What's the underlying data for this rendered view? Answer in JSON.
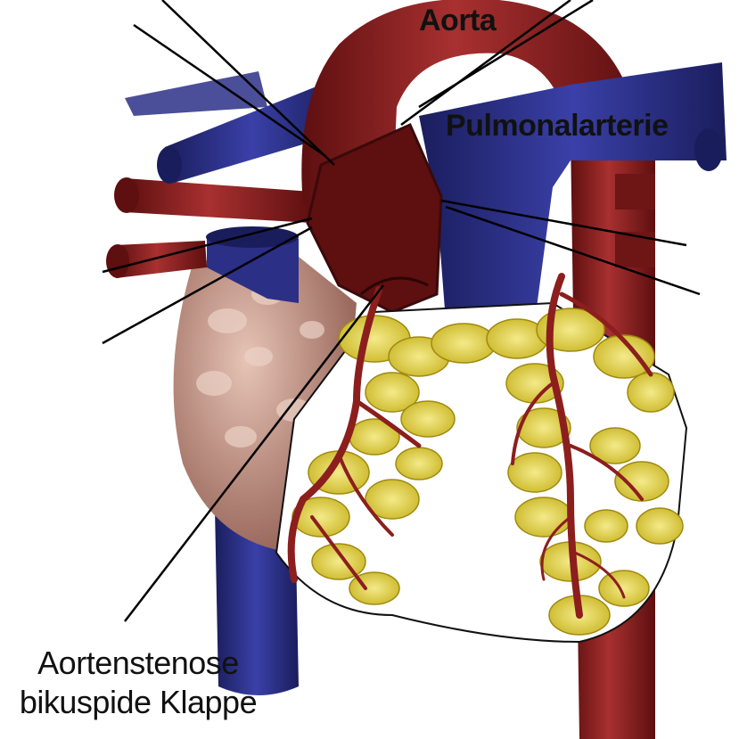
{
  "labels": {
    "aorta": "Aorta",
    "pulmonary_artery": "Pulmonalarterie",
    "stenosis_line1": "Aortenstenose",
    "stenosis_line2": "bikuspide Klappe"
  },
  "colors": {
    "artery": "#8c1e1e",
    "artery_dark": "#5e0f10",
    "vein": "#2b2f86",
    "vein_dark": "#1a1d5c",
    "fat": "#e8d94a",
    "myocardium": "#c79a8a",
    "leader_line": "#000000"
  }
}
